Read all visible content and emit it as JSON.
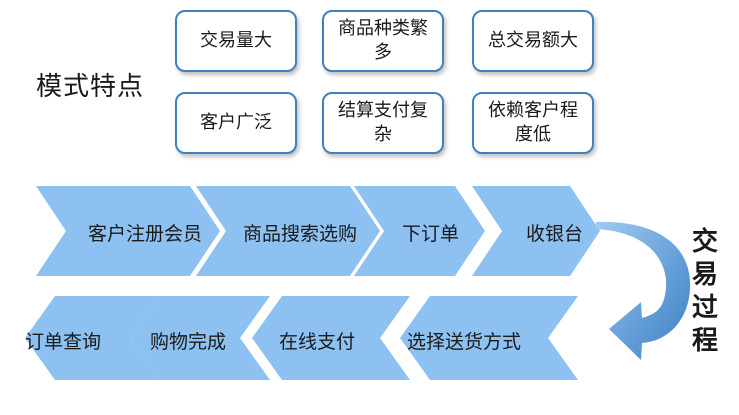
{
  "section_title": "模式特点",
  "features": [
    "交易量大",
    "商品种类繁多",
    "总交易额大",
    "客户广泛",
    "结算支付复杂",
    "依赖客户程度低"
  ],
  "process_title": "交易过程",
  "process_row1": [
    "客户注册会员",
    "商品搜索选购",
    "下订单",
    "收银台"
  ],
  "process_row2": [
    "选择送货方式",
    "在线支付",
    "购物完成",
    "订单查询"
  ],
  "colors": {
    "chevron_fill": "#8cc1f2",
    "box_border": "#3f80bd",
    "arrow_fill": "#4e8fd0"
  }
}
